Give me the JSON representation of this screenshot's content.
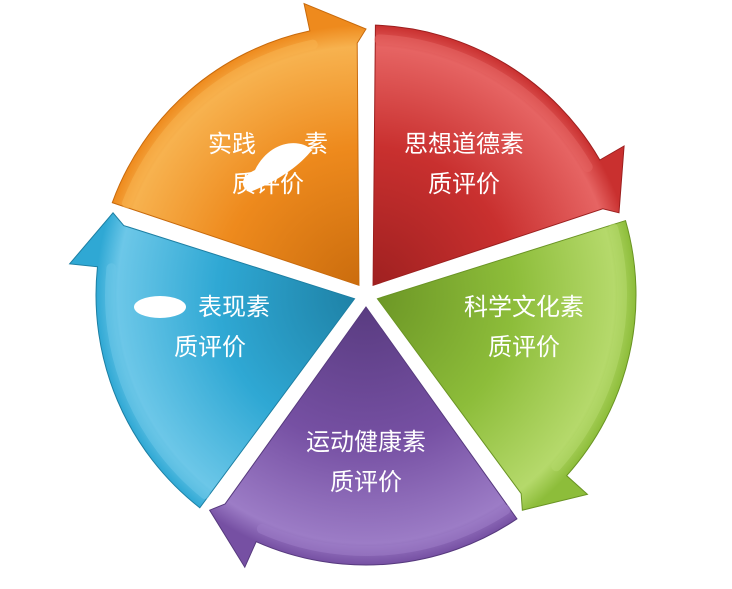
{
  "segments": [
    {
      "id": "moral",
      "lines": [
        "思想道德素",
        "质评价"
      ],
      "color": "#c9302f",
      "light": "#e66463",
      "dark": "#9c1f1f",
      "redacted_prefix": false
    },
    {
      "id": "science",
      "lines": [
        "科学文化素",
        "质评价"
      ],
      "color": "#8dbd3a",
      "light": "#b5d96b",
      "dark": "#6a9424",
      "redacted_prefix": false
    },
    {
      "id": "sports",
      "lines": [
        "运动健康素",
        "质评价"
      ],
      "color": "#7650a3",
      "light": "#9c7cc6",
      "dark": "#573a7e",
      "redacted_prefix": false
    },
    {
      "id": "art",
      "lines": [
        "表现素",
        "质评价"
      ],
      "color": "#2fa8d4",
      "light": "#6cc7e8",
      "dark": "#1d7fa3",
      "redacted_prefix": true
    },
    {
      "id": "practice",
      "lines": [
        "实践",
        "素",
        "质评价"
      ],
      "color": "#ee8a1d",
      "light": "#f7b24f",
      "dark": "#c86a0c",
      "redacted_prefix": false,
      "redacted_middle": true
    }
  ]
}
